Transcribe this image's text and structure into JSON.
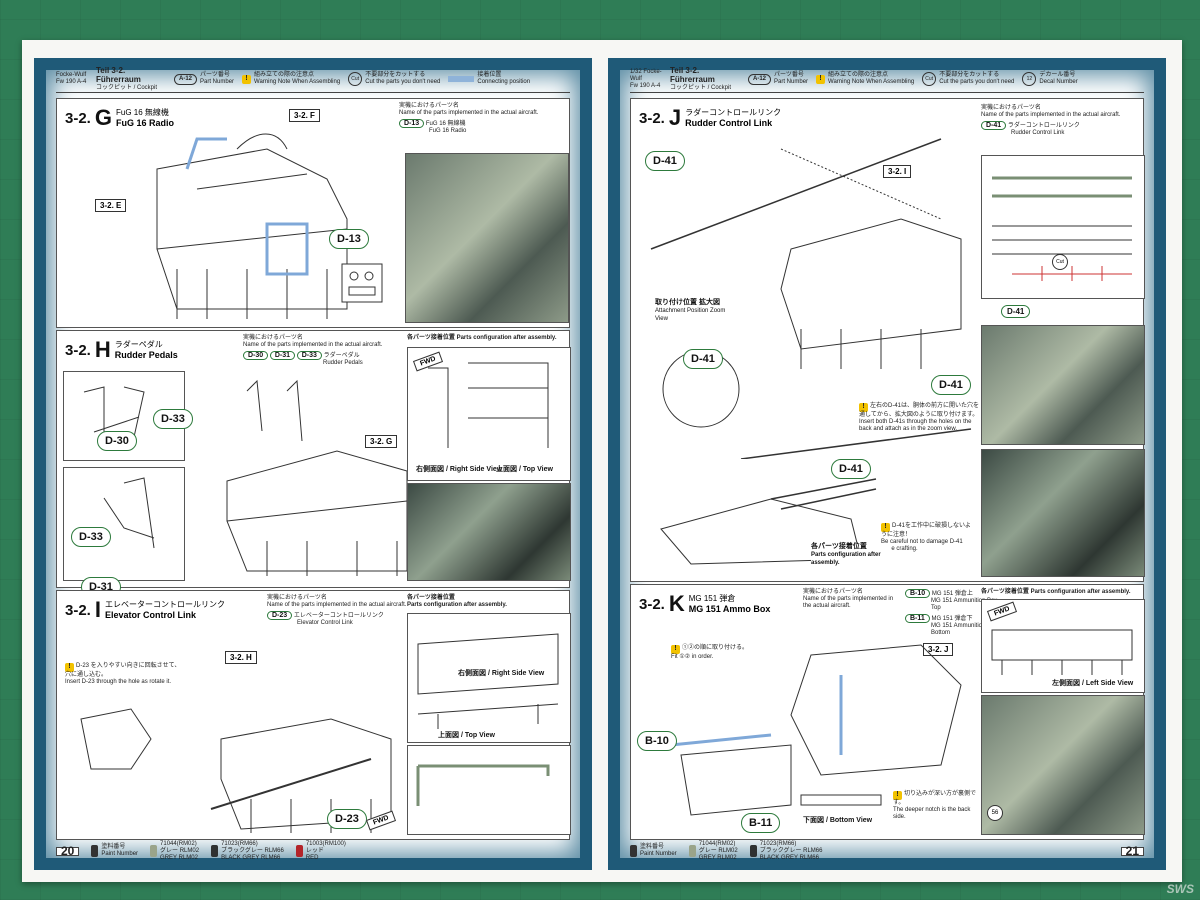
{
  "header_left": {
    "model_brand": "Focke-Wulf",
    "model_name": "Fw 190 A-4",
    "teil": "Teil 3-2. Führerraum",
    "teil_sub": "コックピット / Cockpit",
    "part_number": {
      "label_jp": "パーツ番号",
      "label_en": "Part Number",
      "sample": "A-12"
    },
    "warning": {
      "label_jp": "組み立ての際の注意点",
      "label_en": "Warning Note When Assembling"
    },
    "cut": {
      "label_jp": "不要部分をカットする",
      "label_en": "Cut the parts you don't need",
      "icon": "Cut"
    },
    "position": {
      "label_jp": "接着位置",
      "label_en": "Connecting position"
    }
  },
  "header_right": {
    "model_brand": "1/32 Focke-Wulf",
    "model_name": "Fw 190 A-4",
    "teil": "Teil 3-2. Führerraum",
    "teil_sub": "コックピット / Cockpit",
    "part_number": {
      "label_jp": "パーツ番号",
      "label_en": "Part Number",
      "sample": "A-12"
    },
    "warning": {
      "label_jp": "組み立ての際の注意点",
      "label_en": "Warning Note When Assembling"
    },
    "cut": {
      "label_jp": "不要部分をカットする",
      "label_en": "Cut the parts you don't need",
      "icon": "Cut"
    },
    "decal": {
      "label_jp": "デカール番号",
      "label_en": "Decal Number",
      "sample": "12"
    }
  },
  "sections": {
    "g": {
      "num": "3-2.",
      "letter": "G",
      "jp": "FuG 16 無線機",
      "en": "FuG 16 Radio",
      "impl_jp": "実機におけるパーツ名",
      "impl_en": "Name of the parts implemented in the actual aircraft.",
      "part": "D-13",
      "part_jp": "FuG 16 無線機",
      "part_en": "FuG 16 Radio",
      "ref_f": "3-2. F",
      "ref_e": "3-2. E"
    },
    "h": {
      "num": "3-2.",
      "letter": "H",
      "jp": "ラダーペダル",
      "en": "Rudder Pedals",
      "impl_jp": "実機におけるパーツ名",
      "impl_en": "Name of the parts implemented in the actual aircraft.",
      "parts": [
        "D-30",
        "D-31",
        "D-33"
      ],
      "part_jp": "ラダーペダル",
      "part_en": "Rudder Pedals",
      "callouts": [
        "D-30",
        "D-33",
        "D-33",
        "D-31"
      ],
      "ref_g": "3-2. G",
      "cfg_jp": "各パーツ接着位置",
      "cfg_en": "Parts configuration after assembly.",
      "right_view_jp": "右側面図",
      "right_view_en": "Right Side View",
      "top_view_jp": "上面図",
      "top_view_en": "Top View",
      "fwd": "FWD"
    },
    "i": {
      "num": "3-2.",
      "letter": "I",
      "jp": "エレベーターコントロールリンク",
      "en": "Elevator Control Link",
      "impl_jp": "実機におけるパーツ名",
      "impl_en": "Name of the parts implemented in the actual aircraft.",
      "part": "D-23",
      "part_jp": "エレベーターコントロールリンク",
      "part_en": "Elevator Control Link",
      "note_jp": "D-23 を入りやすい向きに回転させて、穴に通し込む。",
      "note_en": "Insert D-23 through the hole as rotate it.",
      "ref_h": "3-2. H",
      "callout": "D-23",
      "fwd": "FWD",
      "cfg_jp": "各パーツ接着位置",
      "cfg_en": "Parts configuration after assembly.",
      "right_view_jp": "右側面図",
      "right_view_en": "Right Side View",
      "top_view_jp": "上面図",
      "top_view_en": "Top View"
    },
    "j": {
      "num": "3-2.",
      "letter": "J",
      "jp": "ラダーコントロールリンク",
      "en": "Rudder Control Link",
      "impl_jp": "実機におけるパーツ名",
      "impl_en": "Name of the parts implemented in the actual aircraft.",
      "part": "D-41",
      "part_jp": "ラダーコントロールリンク",
      "part_en": "Rudder Control Link",
      "ref_i": "3-2. I",
      "zoom_jp": "取り付け位置 拡大図",
      "zoom_en": "Attachment Position Zoom View",
      "note1_jp": "左右のD-41は、胴体の前方に開いた穴を通してから、拡大図のように取り付けます。",
      "note1_en": "Insert both D-41s through the holes on the back and attach as in the zoom view.",
      "note2_jp": "D-41を工作中に破損しないように注意！",
      "note2_en": "Be careful not to damage D-41 while crafting.",
      "cfg_jp": "各パーツ接着位置",
      "cfg_en": "Parts configuration after assembly.",
      "callouts": [
        "D-41",
        "D-41",
        "D-41",
        "D-41",
        "D-41"
      ],
      "cut": "Cut"
    },
    "k": {
      "num": "3-2.",
      "letter": "K",
      "jp": "MG 151 弾倉",
      "en": "MG 151 Ammo Box",
      "impl_jp": "実機におけるパーツ名",
      "impl_en": "Name of the parts implemented in the actual aircraft.",
      "parts": [
        {
          "id": "B-10",
          "jp": "MG 151 弾倉上",
          "en": "MG 151 Ammunition Box Top"
        },
        {
          "id": "B-11",
          "jp": "MG 151 弾倉下",
          "en": "MG 151 Ammunition Box Bottom"
        }
      ],
      "order_jp": "①②の順に取り付ける。",
      "order_en": "Fit ①② in order.",
      "ref_j": "3-2. J",
      "callouts": [
        "B-10",
        "B-11"
      ],
      "bottom_view_jp": "下面図",
      "bottom_view_en": "Bottom View",
      "notch_jp": "切り込みが深い方が裏側です。",
      "notch_en": "The deeper notch is the back side.",
      "cfg_jp": "各パーツ接着位置",
      "cfg_en": "Parts configuration after assembly.",
      "left_view_jp": "左側面図",
      "left_view_en": "Left Side View",
      "fwd": "FWD",
      "decal": "56"
    }
  },
  "footer_left": {
    "page": "20",
    "paint_label_jp": "塗料番号",
    "paint_label_en": "Paint Number",
    "paints": [
      {
        "code": "71044(RM02)",
        "name_jp": "グレー RLM02",
        "name_en": "GREY RLM02",
        "color": "#9aa48a"
      },
      {
        "code": "71023(RM66)",
        "name_jp": "ブラックグレー RLM66",
        "name_en": "BLACK GREY RLM66",
        "color": "#2f3232"
      },
      {
        "code": "71003(RM100)",
        "name_jp": "レッド",
        "name_en": "RED",
        "color": "#b3242a"
      }
    ]
  },
  "footer_right": {
    "page": "21",
    "paint_label_jp": "塗料番号",
    "paint_label_en": "Paint Number",
    "paints": [
      {
        "code": "71044(RM02)",
        "name_jp": "グレー RLM02",
        "name_en": "GREY RLM02",
        "color": "#9aa48a"
      },
      {
        "code": "71023(RM66)",
        "name_jp": "ブラックグレー RLM66",
        "name_en": "BLACK GREY RLM66",
        "color": "#2f3232"
      }
    ]
  },
  "watermark": "SWS"
}
